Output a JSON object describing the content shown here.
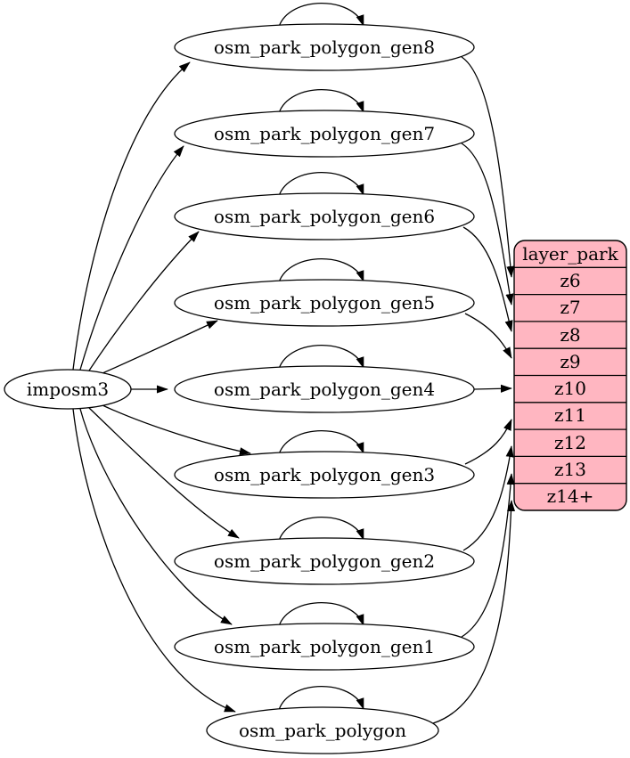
{
  "diagram": {
    "background_color": "#ffffff",
    "stroke_color": "#000000",
    "imposm_node": {
      "label": "imposm3"
    },
    "table_nodes": [
      {
        "id": "osm_park_polygon_gen8",
        "label": "osm_park_polygon_gen8"
      },
      {
        "id": "osm_park_polygon_gen7",
        "label": "osm_park_polygon_gen7"
      },
      {
        "id": "osm_park_polygon_gen6",
        "label": "osm_park_polygon_gen6"
      },
      {
        "id": "osm_park_polygon_gen5",
        "label": "osm_park_polygon_gen5"
      },
      {
        "id": "osm_park_polygon_gen4",
        "label": "osm_park_polygon_gen4"
      },
      {
        "id": "osm_park_polygon_gen3",
        "label": "osm_park_polygon_gen3"
      },
      {
        "id": "osm_park_polygon_gen2",
        "label": "osm_park_polygon_gen2"
      },
      {
        "id": "osm_park_polygon_gen1",
        "label": "osm_park_polygon_gen1"
      },
      {
        "id": "osm_park_polygon",
        "label": "osm_park_polygon"
      }
    ],
    "layer_node": {
      "title": "layer_park",
      "fill": "#ffb6c1",
      "rows": [
        {
          "label": "z6"
        },
        {
          "label": "z7"
        },
        {
          "label": "z8"
        },
        {
          "label": "z9"
        },
        {
          "label": "z10"
        },
        {
          "label": "z11"
        },
        {
          "label": "z12"
        },
        {
          "label": "z13"
        },
        {
          "label": "z14+"
        }
      ]
    },
    "edges": {
      "from_imposm3_to": [
        "osm_park_polygon_gen8",
        "osm_park_polygon_gen7",
        "osm_park_polygon_gen6",
        "osm_park_polygon_gen5",
        "osm_park_polygon_gen4",
        "osm_park_polygon_gen3",
        "osm_park_polygon_gen2",
        "osm_park_polygon_gen1",
        "osm_park_polygon"
      ],
      "self_loops": [
        "osm_park_polygon_gen8",
        "osm_park_polygon_gen7",
        "osm_park_polygon_gen6",
        "osm_park_polygon_gen5",
        "osm_park_polygon_gen4",
        "osm_park_polygon_gen3",
        "osm_park_polygon_gen2",
        "osm_park_polygon_gen1",
        "osm_park_polygon"
      ],
      "to_layer_rows": [
        {
          "from": "osm_park_polygon_gen8",
          "to_row": "z6"
        },
        {
          "from": "osm_park_polygon_gen7",
          "to_row": "z7"
        },
        {
          "from": "osm_park_polygon_gen6",
          "to_row": "z8"
        },
        {
          "from": "osm_park_polygon_gen5",
          "to_row": "z9"
        },
        {
          "from": "osm_park_polygon_gen4",
          "to_row": "z10"
        },
        {
          "from": "osm_park_polygon_gen3",
          "to_row": "z11"
        },
        {
          "from": "osm_park_polygon_gen2",
          "to_row": "z12"
        },
        {
          "from": "osm_park_polygon_gen1",
          "to_row": "z13"
        },
        {
          "from": "osm_park_polygon",
          "to_row": "z14+"
        }
      ]
    }
  }
}
